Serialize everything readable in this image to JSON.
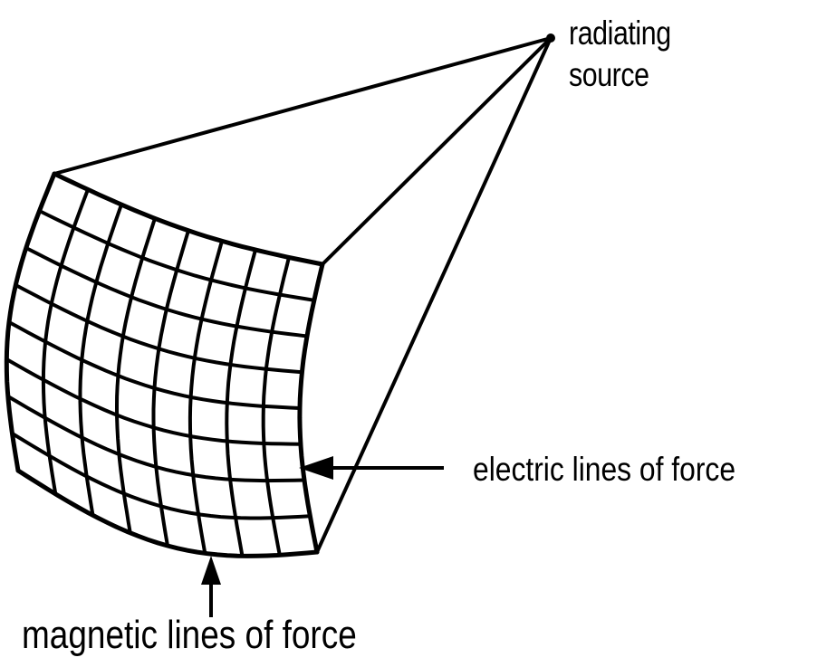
{
  "labels": {
    "source_line1": "radiating",
    "source_line2": "source",
    "electric": "electric lines of force",
    "magnetic": "magnetic lines of force"
  },
  "colors": {
    "ink": "#000000",
    "background": "#ffffff"
  }
}
